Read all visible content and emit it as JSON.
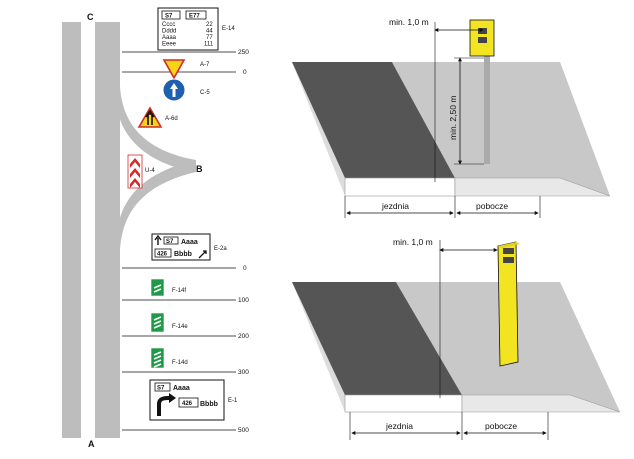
{
  "left_diagram": {
    "end_label_top": "C",
    "end_label_bottom": "A",
    "junction_label": "B",
    "distances": [
      "250",
      "0",
      "0",
      "100",
      "200",
      "300",
      "500"
    ],
    "signs": {
      "e14": {
        "code": "E-14",
        "route_a": "S7",
        "route_b": "E77",
        "rows": [
          {
            "name": "Cccc",
            "km": "22"
          },
          {
            "name": "Dddd",
            "km": "44"
          },
          {
            "name": "Aaaa",
            "km": "77"
          },
          {
            "name": "Eeee",
            "km": "111"
          }
        ]
      },
      "a7": {
        "code": "A-7"
      },
      "c5": {
        "code": "C-5"
      },
      "a6d": {
        "code": "A-6d"
      },
      "u4": {
        "code": "U-4"
      },
      "e2a": {
        "code": "E-2a",
        "route_top": "S7",
        "dest_top": "Aaaa",
        "route_bottom": "426",
        "dest_bottom": "Bbbb"
      },
      "f14f": {
        "code": "F-14f"
      },
      "f14e": {
        "code": "F-14e"
      },
      "f14d": {
        "code": "F-14d"
      },
      "e1": {
        "code": "E-1",
        "route_top": "S7",
        "dest_top": "Aaaa",
        "route_bottom": "426",
        "dest_bottom": "Bbbb"
      }
    }
  },
  "right_top": {
    "min_offset": "min. 1,0 m",
    "min_height": "min. 2,50 m",
    "lane_label": "jezdnia",
    "shoulder_label": "pobocze"
  },
  "right_bottom": {
    "min_offset": "min. 1,0 m",
    "lane_label": "jezdnia",
    "shoulder_label": "pobocze"
  },
  "colors": {
    "road_gray": "#bdbdbd",
    "asphalt": "#555555",
    "ground": "#dcdcdc",
    "sign_green": "#1f9a48",
    "sign_yellow": "#f7d417",
    "sign_blue": "#1e5fb0",
    "sign_red": "#d42a2a",
    "camera_yellow": "#f2e421"
  }
}
